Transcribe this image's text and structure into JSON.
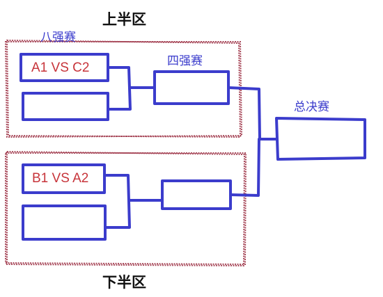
{
  "colors": {
    "bracket_stroke": "#3b3ccc",
    "region_border": "#a94b5c",
    "match_text": "#c7343a",
    "stage_text": "#3b3ccc",
    "title_text": "#111111"
  },
  "upper_half": {
    "title": "上半区",
    "stage_label": "八强赛",
    "matches": [
      {
        "label": "A1 VS C2"
      },
      {
        "label": ""
      }
    ]
  },
  "semifinal": {
    "label": "四强赛"
  },
  "final": {
    "label": "总决赛"
  },
  "lower_half": {
    "title": "下半区",
    "matches": [
      {
        "label": "B1 VS A2"
      },
      {
        "label": ""
      }
    ]
  }
}
